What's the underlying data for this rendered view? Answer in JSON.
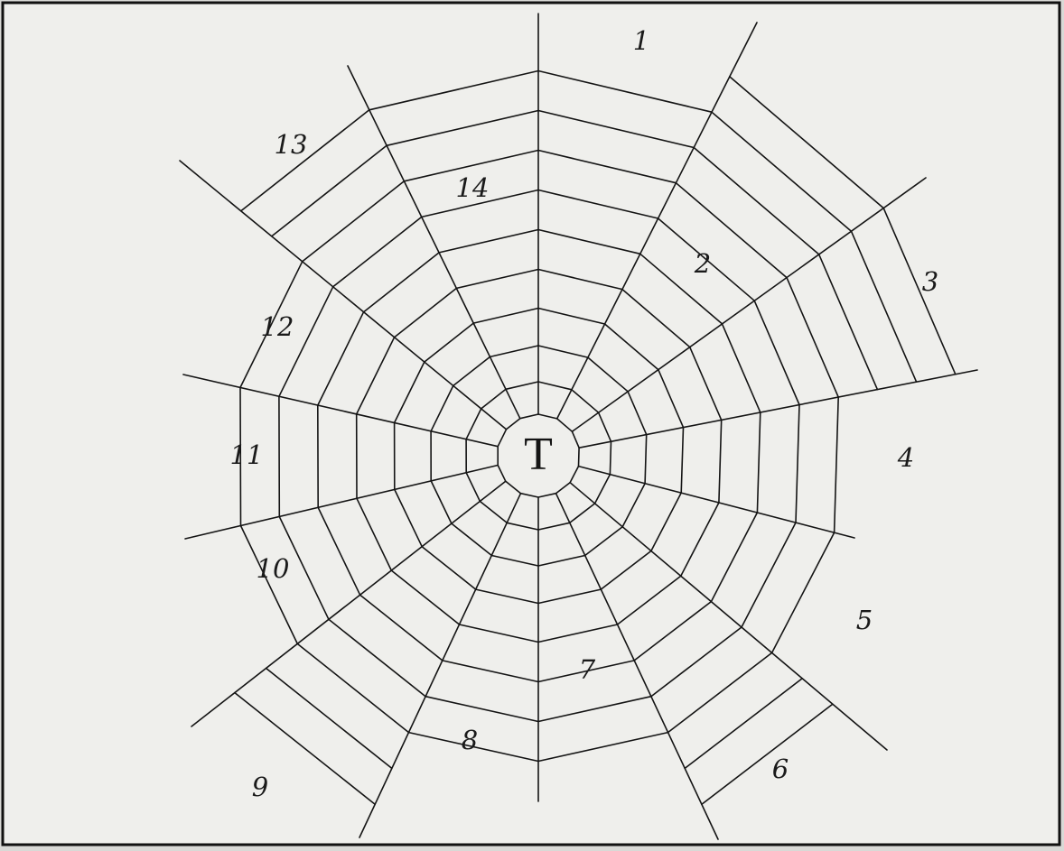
{
  "diagram": {
    "center_label": "T",
    "sector_labels": [
      "1",
      "2",
      "3",
      "4",
      "5",
      "6",
      "7",
      "8",
      "9",
      "10",
      "11",
      "12",
      "13",
      "14"
    ],
    "colors": {
      "paper": "#efefec",
      "ink": "#141414",
      "outer_background": "#d9d9d6"
    }
  }
}
